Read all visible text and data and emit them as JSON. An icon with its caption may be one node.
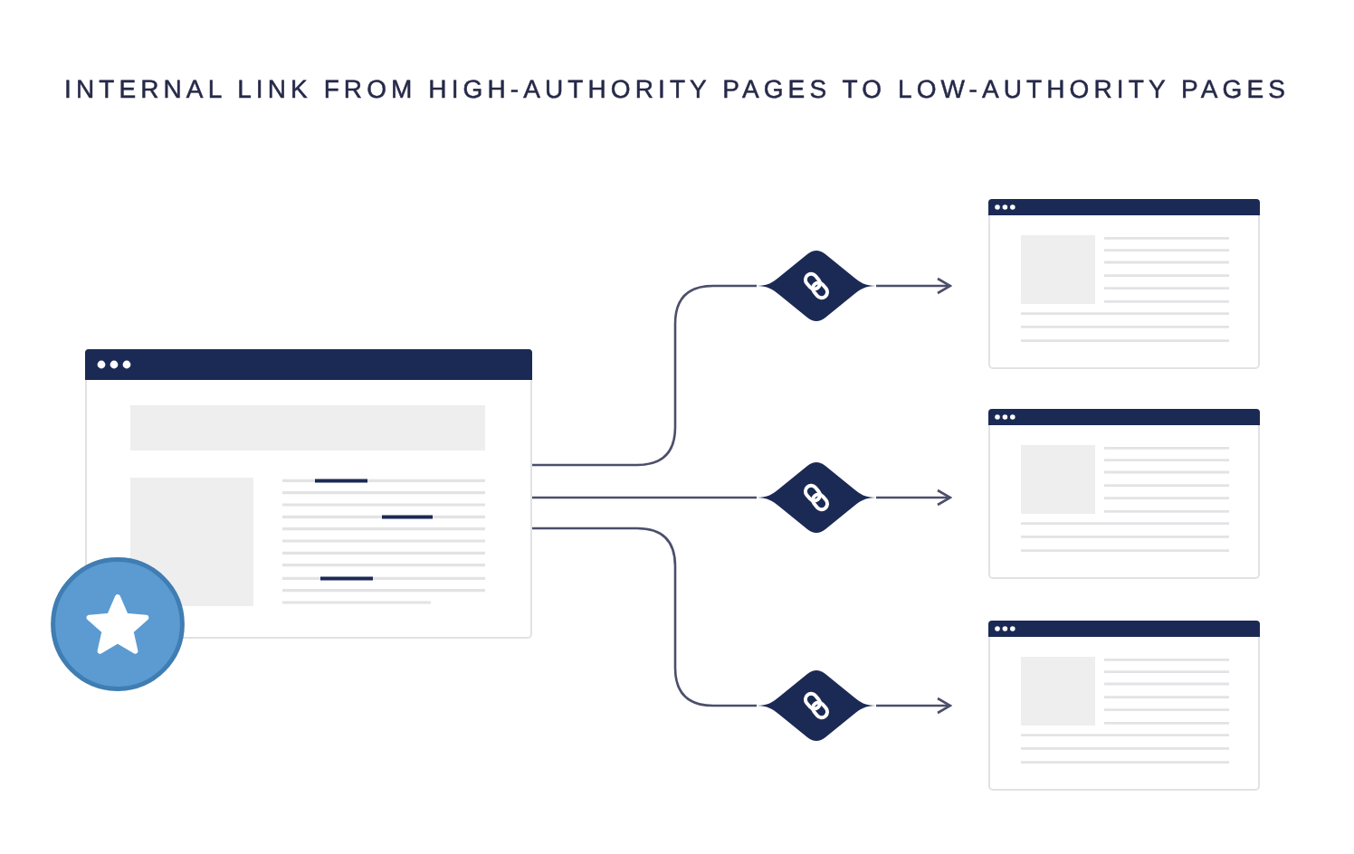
{
  "diagram": {
    "title": "INTERNAL LINK FROM HIGH-AUTHORITY PAGES TO LOW-AUTHORITY PAGES",
    "nodes": [
      {
        "text": [],
        "shape": "picture"
      },
      {
        "text": [],
        "shape": "diamond"
      },
      {
        "text": [],
        "shape": "diamond"
      },
      {
        "text": [],
        "shape": "diamond"
      },
      {
        "text": [],
        "shape": "picture"
      },
      {
        "text": [],
        "shape": "picture"
      },
      {
        "text": [],
        "shape": "picture"
      }
    ],
    "edges": [
      {
        "from": 0,
        "to": 1,
        "arrow": "none"
      },
      {
        "from": 1,
        "to": 4,
        "arrow": "to"
      },
      {
        "from": 0,
        "to": 2,
        "arrow": "none"
      },
      {
        "from": 2,
        "to": 5,
        "arrow": "to"
      },
      {
        "from": 0,
        "to": 3,
        "arrow": "none"
      },
      {
        "from": 3,
        "to": 6,
        "arrow": "to"
      }
    ]
  }
}
